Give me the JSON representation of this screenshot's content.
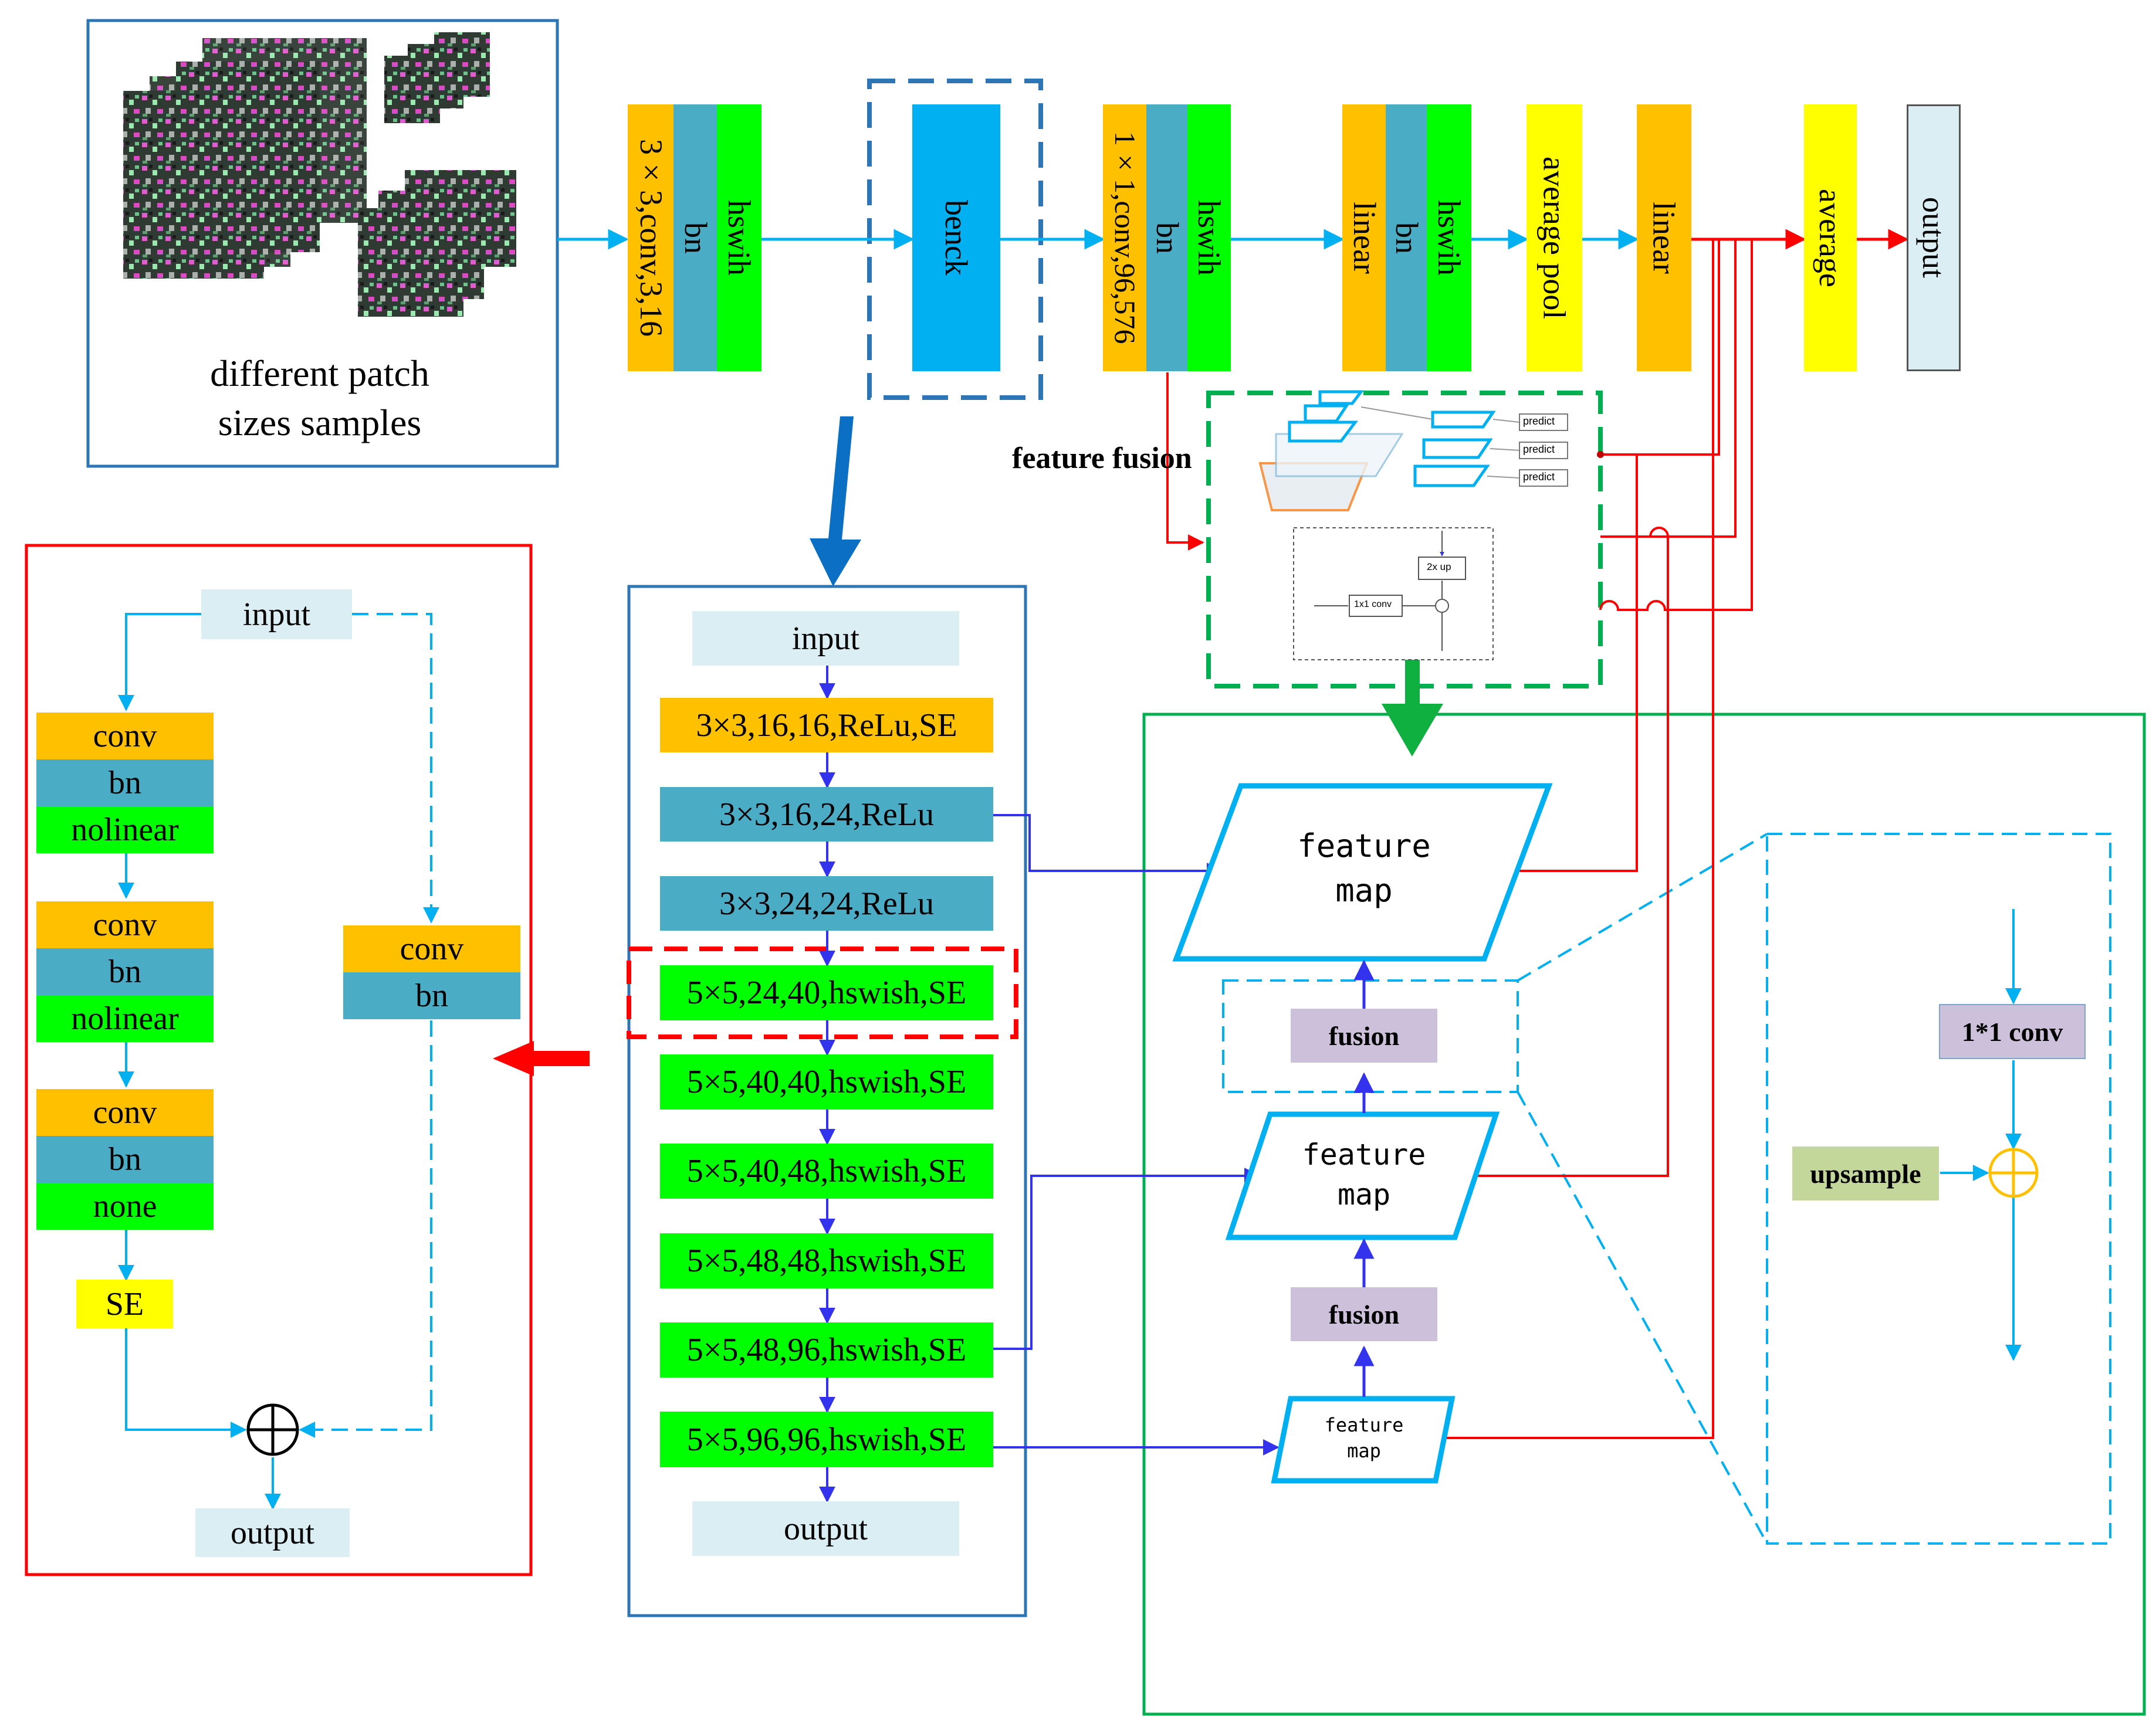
{
  "top_pipeline": {
    "input_caption": "different patch\nsizes samples",
    "stem": [
      "3×3,conv,3,16",
      "bn",
      "hswih"
    ],
    "bneck": "benck",
    "block2": [
      "1×1,conv,96,576",
      "bn",
      "hswih"
    ],
    "block3": [
      "linear",
      "bn",
      "hswih"
    ],
    "pool": "average pool",
    "linear": "linear",
    "average": "average",
    "output": "output"
  },
  "feature_fusion": {
    "title": "feature fusion",
    "thumb_predict": [
      "predict",
      "predict",
      "predict"
    ],
    "thumb_up": "2x up",
    "thumb_conv": "1x1 conv"
  },
  "bneck_stack": {
    "input": "input",
    "layers": [
      "3×3,16,16,ReLu,SE",
      "3×3,16,24,ReLu",
      "3×3,24,24,ReLu",
      "5×5,24,40,hswish,SE",
      "5×5,40,40,hswish,SE",
      "5×5,40,48,hswish,SE",
      "5×5,48,48,hswish,SE",
      "5×5,48,96,hswish,SE",
      "5×5,96,96,hswish,SE"
    ],
    "output": "output"
  },
  "block_detail": {
    "input": "input",
    "stack1": [
      "conv",
      "bn",
      "nolinear"
    ],
    "stack2": [
      "conv",
      "bn",
      "nolinear"
    ],
    "stack3": [
      "conv",
      "bn",
      "none"
    ],
    "se": "SE",
    "shortcut": [
      "conv",
      "bn"
    ],
    "output": "output"
  },
  "fpn": {
    "map_top": "feature\nmap",
    "fusion_1": "fusion",
    "map_mid": "feature\nmap",
    "fusion_2": "fusion",
    "map_bot": "feature\nmap",
    "zoom_conv": "1*1 conv",
    "zoom_upsample": "upsample"
  },
  "colors": {
    "orange": "#ffc000",
    "teal": "#4bacc6",
    "green": "#00ff00",
    "yellow": "#ffff00",
    "light_blue": "#daeef3",
    "cyan": "#00b0f0",
    "purple": "#ccc0da",
    "olive": "#c4d79b",
    "arrow_cyan": "#00b0f0",
    "arrow_blue": "#3333ee",
    "arrow_red": "#ff0000",
    "frame_blue": "#2e75b6",
    "frame_red": "#ff0000",
    "frame_green": "#00b050"
  }
}
